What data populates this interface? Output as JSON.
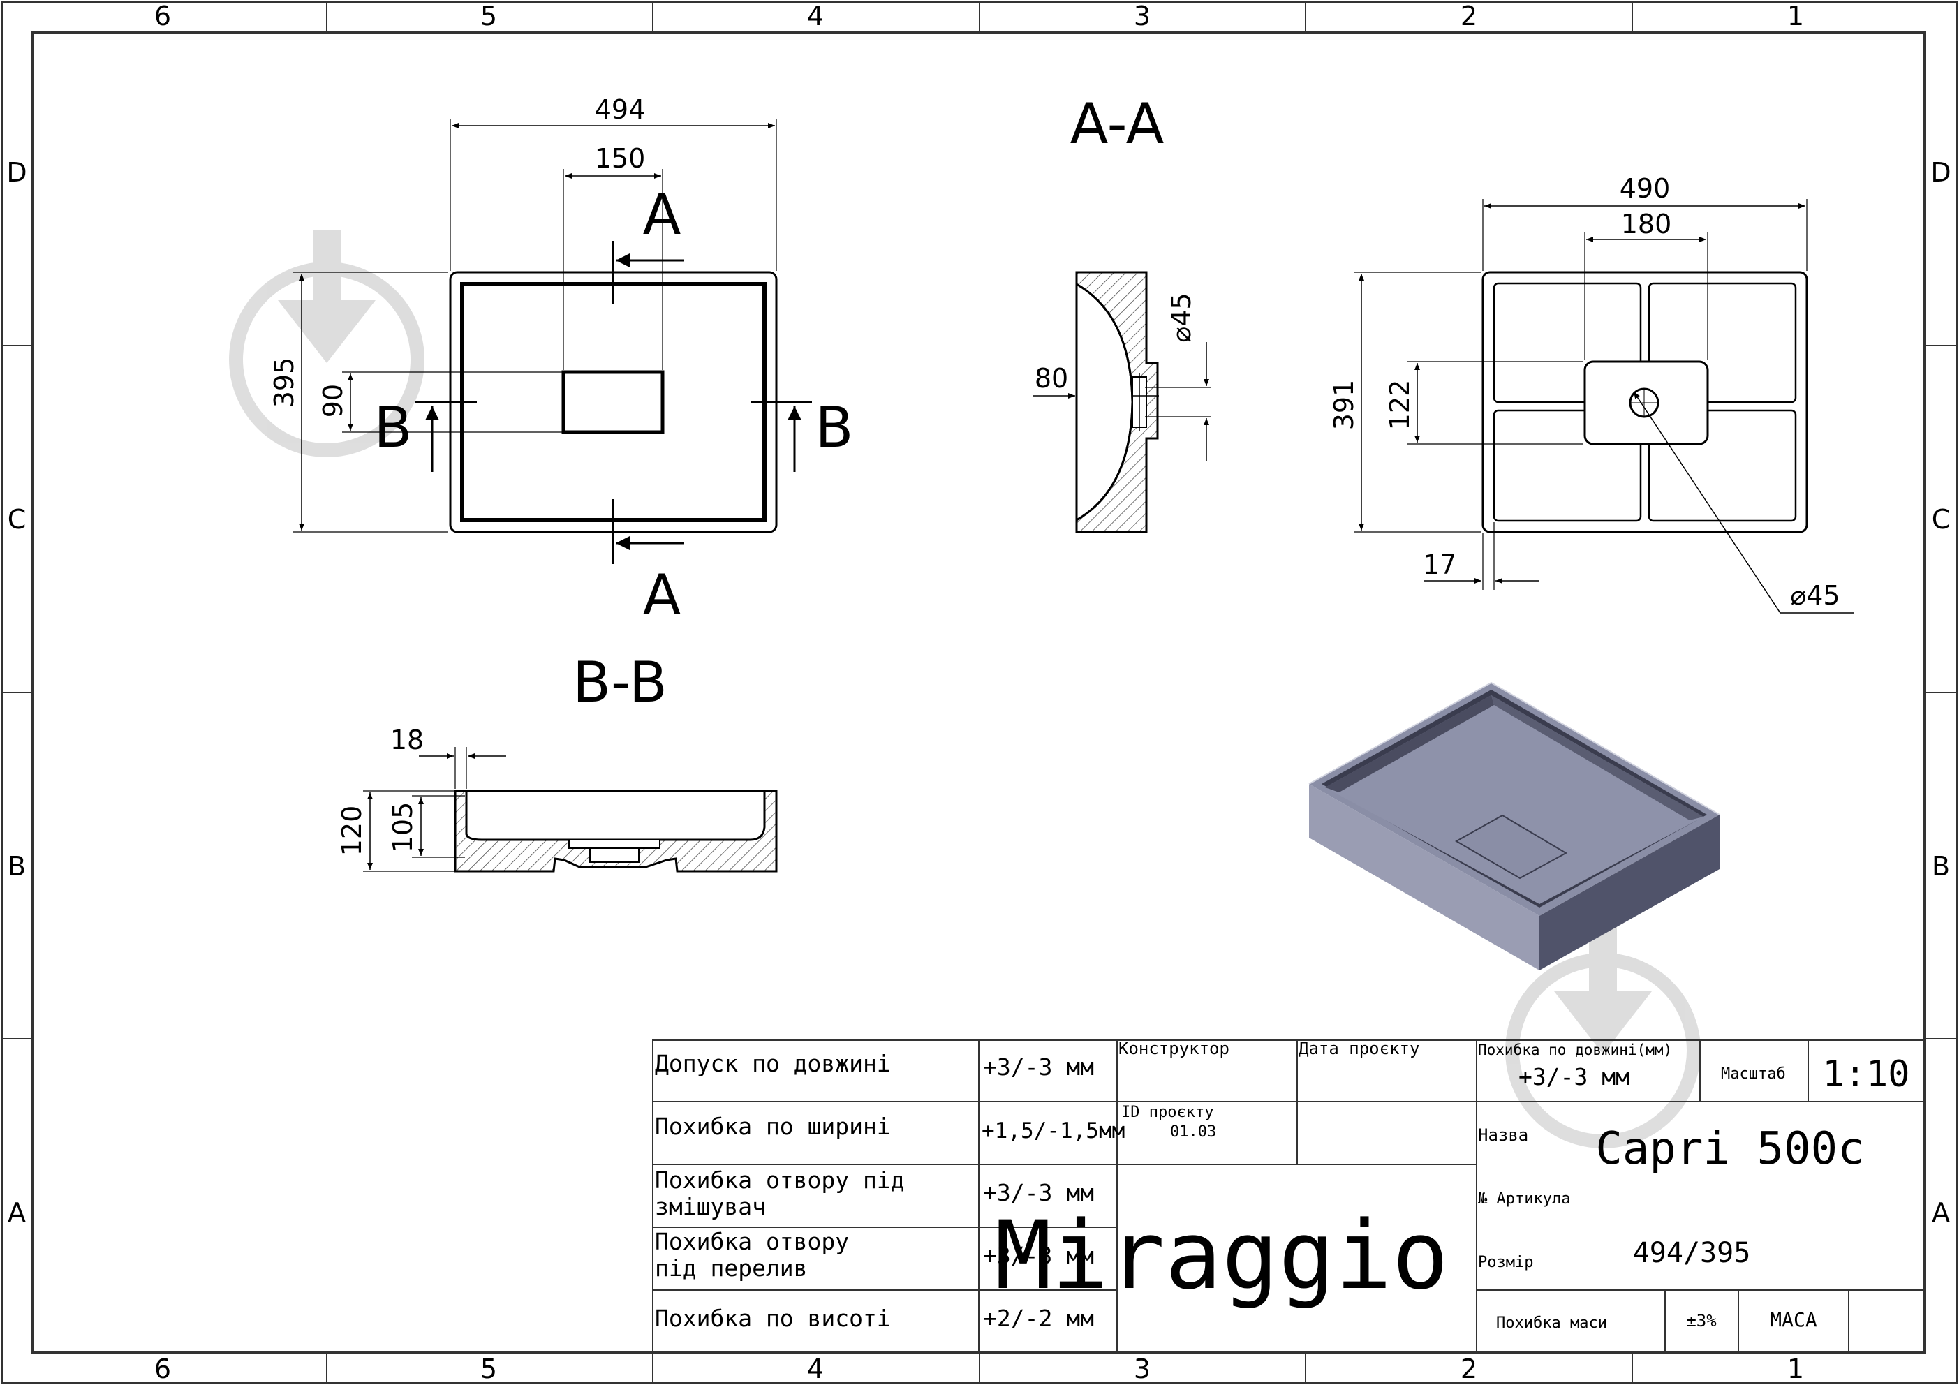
{
  "zones": {
    "columns": [
      "6",
      "5",
      "4",
      "3",
      "2",
      "1"
    ],
    "rows": [
      "D",
      "C",
      "B",
      "A"
    ]
  },
  "views": {
    "top_view": {
      "width": "494",
      "height": "395",
      "drain_width": "150",
      "drain_height": "90",
      "section_a": "A",
      "section_b": "B"
    },
    "section_aa": {
      "title": "A-A",
      "wall": "80",
      "drain_dia": "⌀45"
    },
    "bottom_view": {
      "width": "490",
      "height": "391",
      "opening_width": "180",
      "opening_height": "122",
      "edge": "17",
      "hole_dia": "⌀45"
    },
    "section_bb": {
      "title": "B-B",
      "wall": "18",
      "total_height": "120",
      "inner_height": "105"
    }
  },
  "title_block": {
    "tolerances": [
      {
        "label": "Допуск по довжині",
        "value": "+3/-3 мм"
      },
      {
        "label": "Похибка по ширині",
        "value": "+1,5/-1,5мм"
      },
      {
        "label_line1": "Похибка отвору під",
        "label_line2": "змішувач",
        "value": "+3/-3 мм"
      },
      {
        "label_line1": "Похибка отвору",
        "label_line2": "під перелив",
        "value": "+3/-3 мм"
      },
      {
        "label": "Похибка по висоті",
        "value": "+2/-2 мм"
      }
    ],
    "designer_label": "Конструктор",
    "project_date_label": "Дата проєкту",
    "project_id_label": "ID проєкту",
    "project_id": "01.03",
    "brand": "Miraggio",
    "length_tol_label": "Похибка по довжині(мм)",
    "length_tol_value": "+3/-3 мм",
    "scale_label": "Масштаб",
    "scale_value": "1:10",
    "name_label": "Назва",
    "name_value": "Capri 500c",
    "article_label": "№ Артикула",
    "size_label": "Розмір",
    "size_value": "494/395",
    "mass_tol_label": "Похибка маси",
    "mass_tol_value": "±3%",
    "mass_label": "МАСА"
  }
}
